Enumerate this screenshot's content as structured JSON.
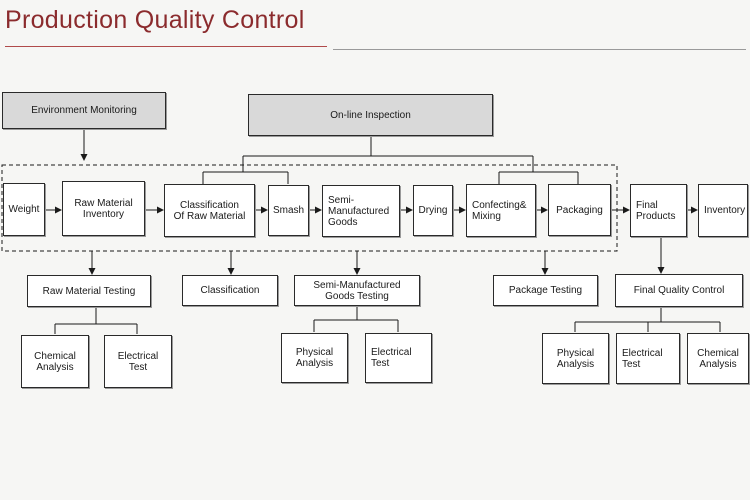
{
  "title": "Production Quality Control",
  "top_boxes": {
    "environment_monitoring": "Environment Monitoring",
    "online_inspection": "On-line Inspection"
  },
  "process_steps": {
    "weight": "Weight",
    "raw_material_inventory": "Raw Material\nInventory",
    "classification_raw": "Classification\nOf Raw Material",
    "smash": "Smash",
    "semi_manufactured": "Semi-\nManufactured\nGoods",
    "drying": "Drying",
    "confecting": "Confecting&\nMixing",
    "packaging": "Packaging",
    "final_products": "Final\nProducts",
    "inventory": "Inventory"
  },
  "test_boxes": {
    "raw_material_testing": "Raw Material Testing",
    "classification": "Classification",
    "semi_goods_testing": "Semi-Manufactured\nGoods Testing",
    "package_testing": "Package Testing",
    "final_quality_control": "Final Quality Control"
  },
  "sub_tests": {
    "chemical_analysis_1": "Chemical\nAnalysis",
    "electrical_test_1": "Electrical\nTest",
    "physical_analysis_2": "Physical\nAnalysis",
    "electrical_test_2": "Electrical\nTest",
    "physical_analysis_3": "Physical\nAnalysis",
    "electrical_test_3": "Electrical\nTest",
    "chemical_analysis_3": "Chemical\nAnalysis"
  },
  "colors": {
    "title": "#8b2b2d",
    "line": "#1a1a1a",
    "gray_box": "#d9d9d9"
  }
}
